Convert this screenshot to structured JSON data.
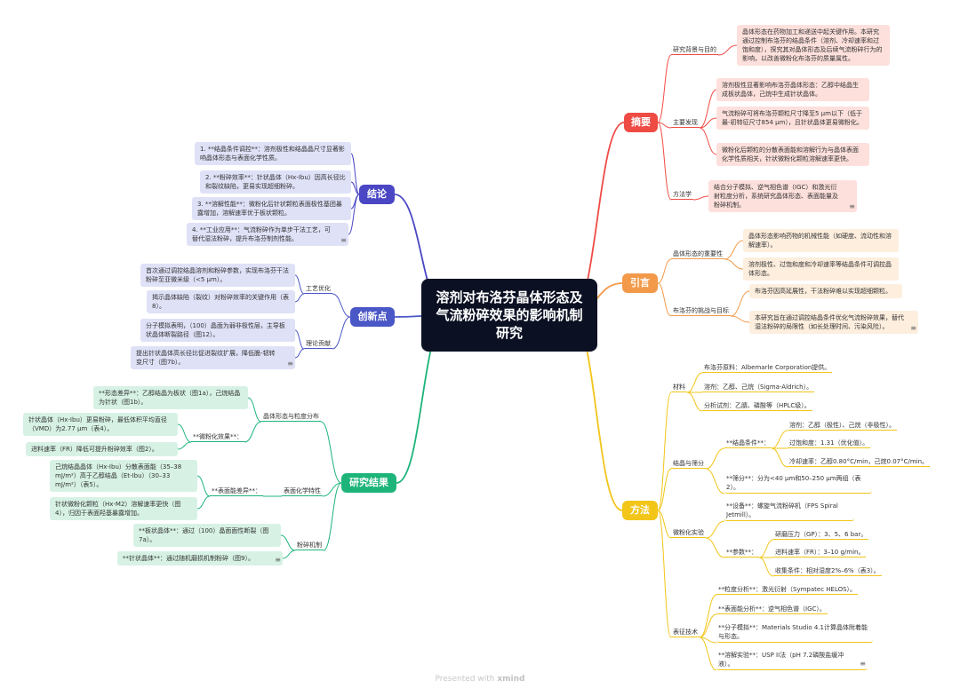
{
  "title": "溶剂对布洛芬晶体形态及气流粉碎效果的影响机制研究",
  "footer": {
    "prefix": "Presented with",
    "brand": "xmind"
  },
  "colors": {
    "central": "#0b1023",
    "abstract": "#ef4b45",
    "intro": "#f29a4a",
    "methods": "#f2c518",
    "results": "#1db47a",
    "innovation": "#4a57c6",
    "conclusion": "#4a46c4"
  },
  "branches": {
    "abstract": {
      "label": "摘要",
      "background": {
        "label": "研究背景与目的",
        "text": "晶体形态在药物加工和递送中起关键作用。本研究通过控制布洛芬的结晶条件（溶剂、冷却速率和过饱和度），探究其对晶体形态及后续气流粉碎行为的影响，以改善微粉化布洛芬的质量属性。"
      },
      "findings": {
        "label": "主要发现",
        "items": [
          "溶剂极性显著影响布洛芬晶体形态：乙醇中结晶生成板状晶体，己烷中生成针状晶体。",
          "气流粉碎可将布洛芬颗粒尺寸降至5 μm以下（低于最-初特征尺寸854 μm），且针状晶体更易微粉化。",
          "微粉化后颗粒的分散表面能和溶解行为与晶体表面化学性质相关，针状微粉化颗粒溶解速率更快。"
        ]
      },
      "method": {
        "label": "方法学",
        "text": "结合分子模拟、逆气相色谱（IGC）和激光衍射粒度分析，系统研究晶体形态、表面能量及粉碎机制。"
      }
    },
    "intro": {
      "label": "引言",
      "importance": {
        "label": "晶体形态的重要性",
        "items": [
          "晶体形态影响药物的机械性能（如硬度、流动性和溶解速率）。",
          "溶剂极性、过饱和度和冷却速率等结晶条件可调控晶体形态。"
        ]
      },
      "challenges": {
        "label": "布洛芬的挑战与目标",
        "items": [
          "布洛芬因高延展性，干法粉碎难以实现超细颗粒。",
          "本研究旨在通过调控结晶条件优化气流粉碎效果，替代湿法粉碎的局限性（如长处理时间、污染风险）。"
        ]
      }
    },
    "methods": {
      "label": "方法",
      "materials": {
        "label": "材料",
        "items": [
          "布洛芬原料：Albemarle Corporation提供。",
          "溶剂：乙醇、己烷（Sigma-Aldrich）。",
          "分析试剂：乙腈、磷酸等（HPLC级）。"
        ]
      },
      "crystallization": {
        "label": "结晶与筛分",
        "conditions_label": "**结晶条件**：",
        "conditions": [
          "溶剂：乙醇（极性）、己烷（非极性）。",
          "过饱和度：1.31（优化值）。",
          "冷却速率：乙醇0.80°C/min，己烷0.07°C/min。"
        ],
        "sieving": "**筛分**：分为<40 μm和50–250 μm两组（表2）。"
      },
      "milling": {
        "label": "微粉化实验",
        "equipment": "**设备**：螺旋气流粉碎机（FPS Spiral Jetmill）。",
        "params_label": "**参数**：",
        "params": [
          "研磨压力（GP）：3、5、6 bar。",
          "进料速率（FR）：3–10 g/min。",
          "收集条件：相对湿度2%–6%（表3）。"
        ]
      },
      "characterization": {
        "label": "表征技术",
        "items": [
          "**粒度分析**：激光衍射（Sympatec HELOS）。",
          "**表面能分析**：逆气相色谱（IGC）。",
          "**分子模拟**：Materials Studio 4.1计算晶体附着能与形态。",
          "**溶解实验**：USP II法（pH 7.2磷酸盐缓冲液）。"
        ]
      }
    },
    "results": {
      "label": "研究结果",
      "morphology": {
        "label": "晶体形态与粒度分布",
        "shape_diff": "**形态差异**：乙醇结晶为板状（图1a），己烷结晶为针状（图1b）。",
        "milling_label": "**微粉化效果**：",
        "milling_items": [
          "针状晶体（Hx-Ibu）更易粉碎，最低体积平均直径（VMD）为2.77 μm（表4）。",
          "进料速率（FR）降低可提升粉碎效率（图2）。"
        ]
      },
      "surface": {
        "label": "表面化学特性",
        "energy_label": "**表面能差异**：",
        "energy_items": [
          "己烷结晶晶体（Hx-Ibu）分散表面能（35–38 mJ/m²）高于乙醇结晶（Et-Ibu）（30–33 mJ/m²）（表5）。",
          "针状微粉化颗粒（Hx-M2）溶解速率更快（图4），归因于表面羟基暴露增加。"
        ]
      },
      "mechanism": {
        "label": "粉碎机制",
        "items": [
          "**板状晶体**：通过（100）晶面面性断裂（图7a）。",
          "**针状晶体**：通过随机磨损机制粉碎（图9）。"
        ]
      }
    },
    "innovation": {
      "label": "创新点",
      "process": {
        "label": "工艺优化",
        "items": [
          "首次通过调控结晶溶剂和粉碎参数，实现布洛芬干法粉碎至亚微米级（<5 μm）。",
          "揭示晶体缺陷（裂纹）对粉碎效率的关键作用（表8）。"
        ]
      },
      "theory": {
        "label": "理论贡献",
        "items": [
          "分子模拟表明，（100）晶面为弱非极性层，主导板状晶体断裂路径（图12）。",
          "提出针状晶体高长径比促进裂纹扩展，降低脆-韧转变尺寸（图7b）。"
        ]
      }
    },
    "conclusion": {
      "label": "结论",
      "items": [
        "1. **结晶条件调控**：溶剂极性和结晶晶尺寸显著影响晶体形态与表面化学性质。",
        "2. **粉碎效率**：针状晶体（Hx-Ibu）因高长径比和裂纹缺陷，更易实现超细粉碎。",
        "3. **溶解性能**：微粉化后针状颗粒表面极性基团暴露增加，溶解速率优于板状颗粒。",
        "4. **工业应用**：气流粉碎作为单步干法工艺，可替代湿法粉碎，提升布洛芬制剂性能。"
      ]
    }
  }
}
